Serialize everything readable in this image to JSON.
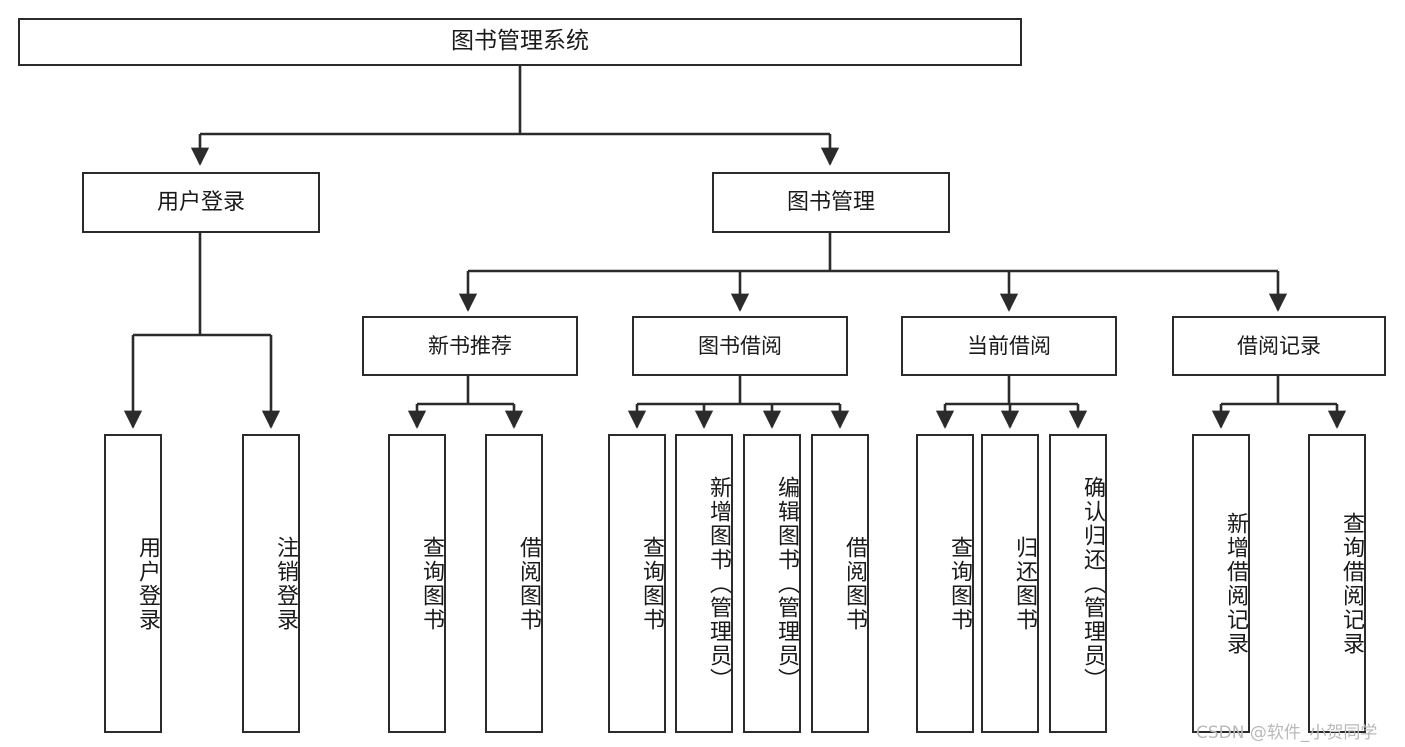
{
  "diagram": {
    "title": "图书管理系统",
    "type": "function-structure-tree",
    "watermark": "CSDN @软件_小贺同学",
    "colors": {
      "box_border": "#2b2b2b",
      "box_fill": "#ffffff",
      "edge": "#2b2b2b",
      "text": "#1a1a1a",
      "watermark": "#b9b9b9",
      "background": "#ffffff"
    },
    "root": {
      "label": "图书管理系统"
    },
    "level1": [
      {
        "label": "用户登录"
      },
      {
        "label": "图书管理"
      }
    ],
    "level2": [
      {
        "label": "新书推荐"
      },
      {
        "label": "图书借阅"
      },
      {
        "label": "当前借阅"
      },
      {
        "label": "借阅记录"
      }
    ],
    "leaves": {
      "user_login": [
        {
          "label": "用户登录"
        },
        {
          "label": "注销登录"
        }
      ],
      "new_book_recommend": [
        {
          "label": "查询图书"
        },
        {
          "label": "借阅图书"
        }
      ],
      "book_borrow": [
        {
          "label": "查询图书"
        },
        {
          "label": "新增图书（管理员）"
        },
        {
          "label": "编辑图书（管理员）"
        },
        {
          "label": "借阅图书"
        }
      ],
      "current_borrow": [
        {
          "label": "查询图书"
        },
        {
          "label": "归还图书"
        },
        {
          "label": "确认归还（管理员）"
        }
      ],
      "borrow_record": [
        {
          "label": "新增借阅记录"
        },
        {
          "label": "查询借阅记录"
        }
      ]
    }
  }
}
